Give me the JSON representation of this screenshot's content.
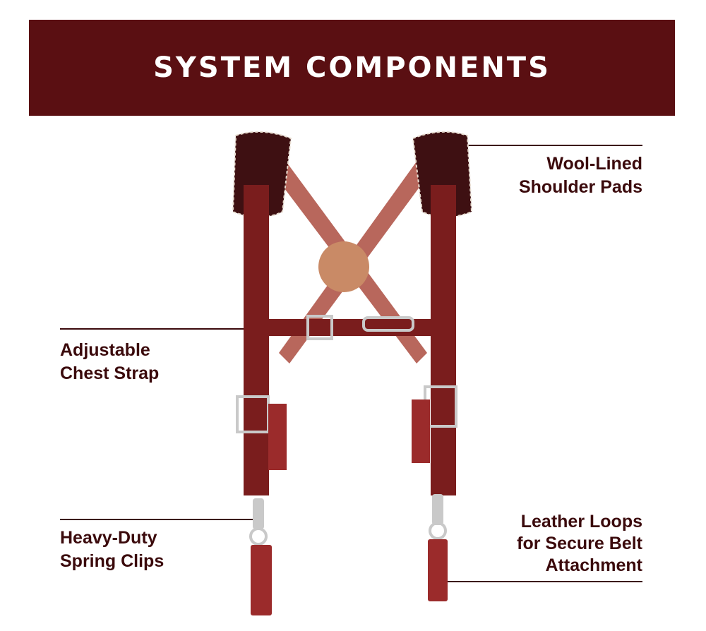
{
  "banner": {
    "title": "SYSTEM COMPONENTS"
  },
  "callouts": {
    "shoulder_pads": {
      "line1": "Wool-Lined",
      "line2": "Shoulder Pads"
    },
    "chest_strap": {
      "line1": "Adjustable",
      "line2": "Chest Strap"
    },
    "spring_clips": {
      "line1": "Heavy-Duty",
      "line2": "Spring Clips"
    },
    "leather_loops": {
      "line1": "Leather Loops",
      "line2": "for Secure Belt",
      "line3": "Attachment"
    }
  },
  "colors": {
    "banner": "#5a0f12",
    "callout_text": "#3b0a0c",
    "leather": "#7a1d1d",
    "leather_light": "#b8675c",
    "pad": "#3e1012",
    "metal": "#c9c9c9"
  }
}
